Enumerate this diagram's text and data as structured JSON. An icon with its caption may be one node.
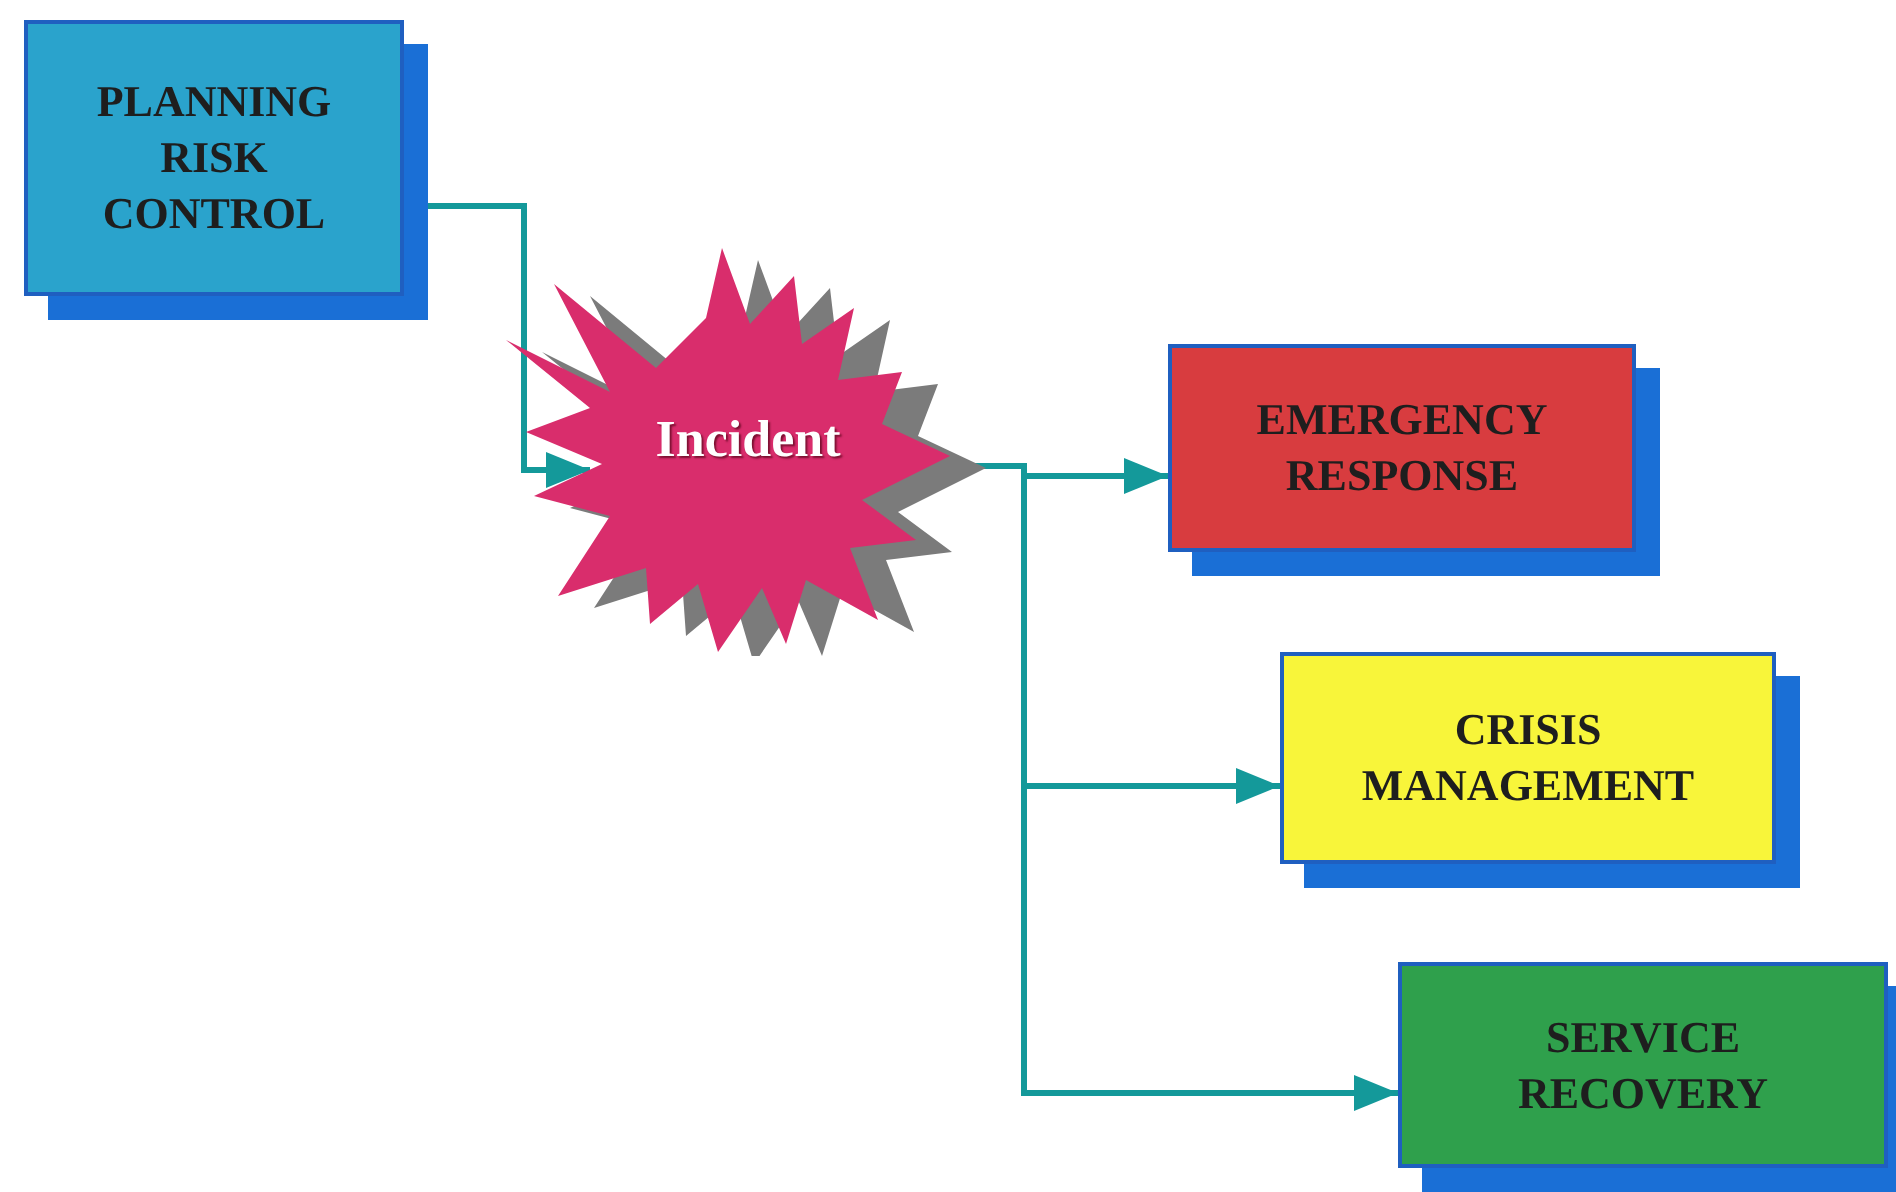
{
  "diagram": {
    "nodes": [
      {
        "text": [
          "PLANNING RISK CONTROL"
        ]
      },
      {
        "text": [
          "Incident"
        ]
      },
      {
        "text": [
          "EMERGENCY RESPONSE"
        ]
      },
      {
        "text": [
          "CRISIS MANAGEMENT"
        ]
      },
      {
        "text": [
          "SERVICE RECOVERY"
        ]
      }
    ],
    "edges": [
      {
        "from": 0,
        "to": 1,
        "arrow": "to"
      },
      {
        "from": 1,
        "to": 2,
        "arrow": "to"
      },
      {
        "from": 1,
        "to": 3,
        "arrow": "to"
      },
      {
        "from": 1,
        "to": 4,
        "arrow": "to"
      }
    ]
  }
}
